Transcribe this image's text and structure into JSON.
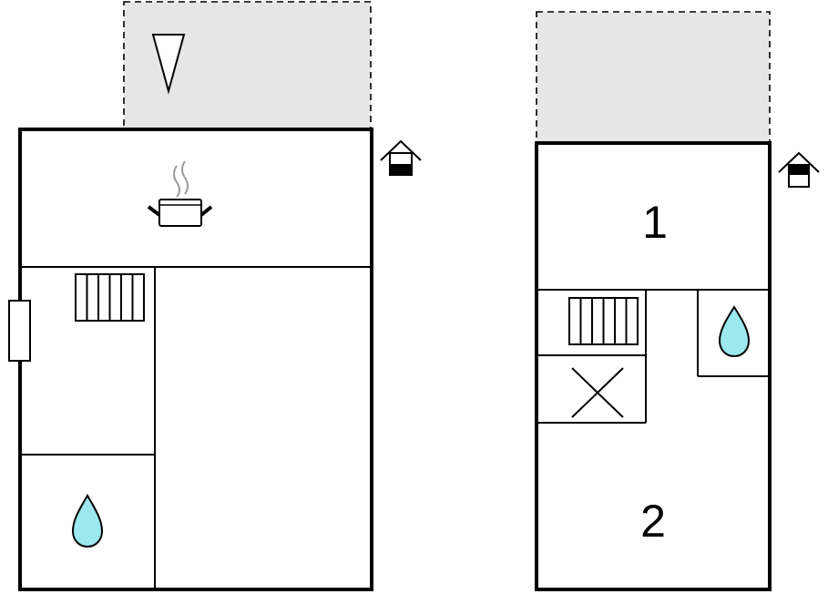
{
  "floors": [
    {
      "name": "ground-floor",
      "rooms": []
    },
    {
      "name": "upper-floor",
      "rooms": [
        {
          "label": "1"
        },
        {
          "label": "2"
        }
      ]
    }
  ],
  "colors": {
    "wall": "#000000",
    "terrace": "#e6e6e6",
    "water": "#9be8ef",
    "steam": "#999999"
  },
  "icons": [
    "terrace-lamp-icon",
    "cooking-pot-icon",
    "radiator-icon",
    "water-drop-icon",
    "house-entrance-icon",
    "window-icon",
    "cross-icon"
  ]
}
